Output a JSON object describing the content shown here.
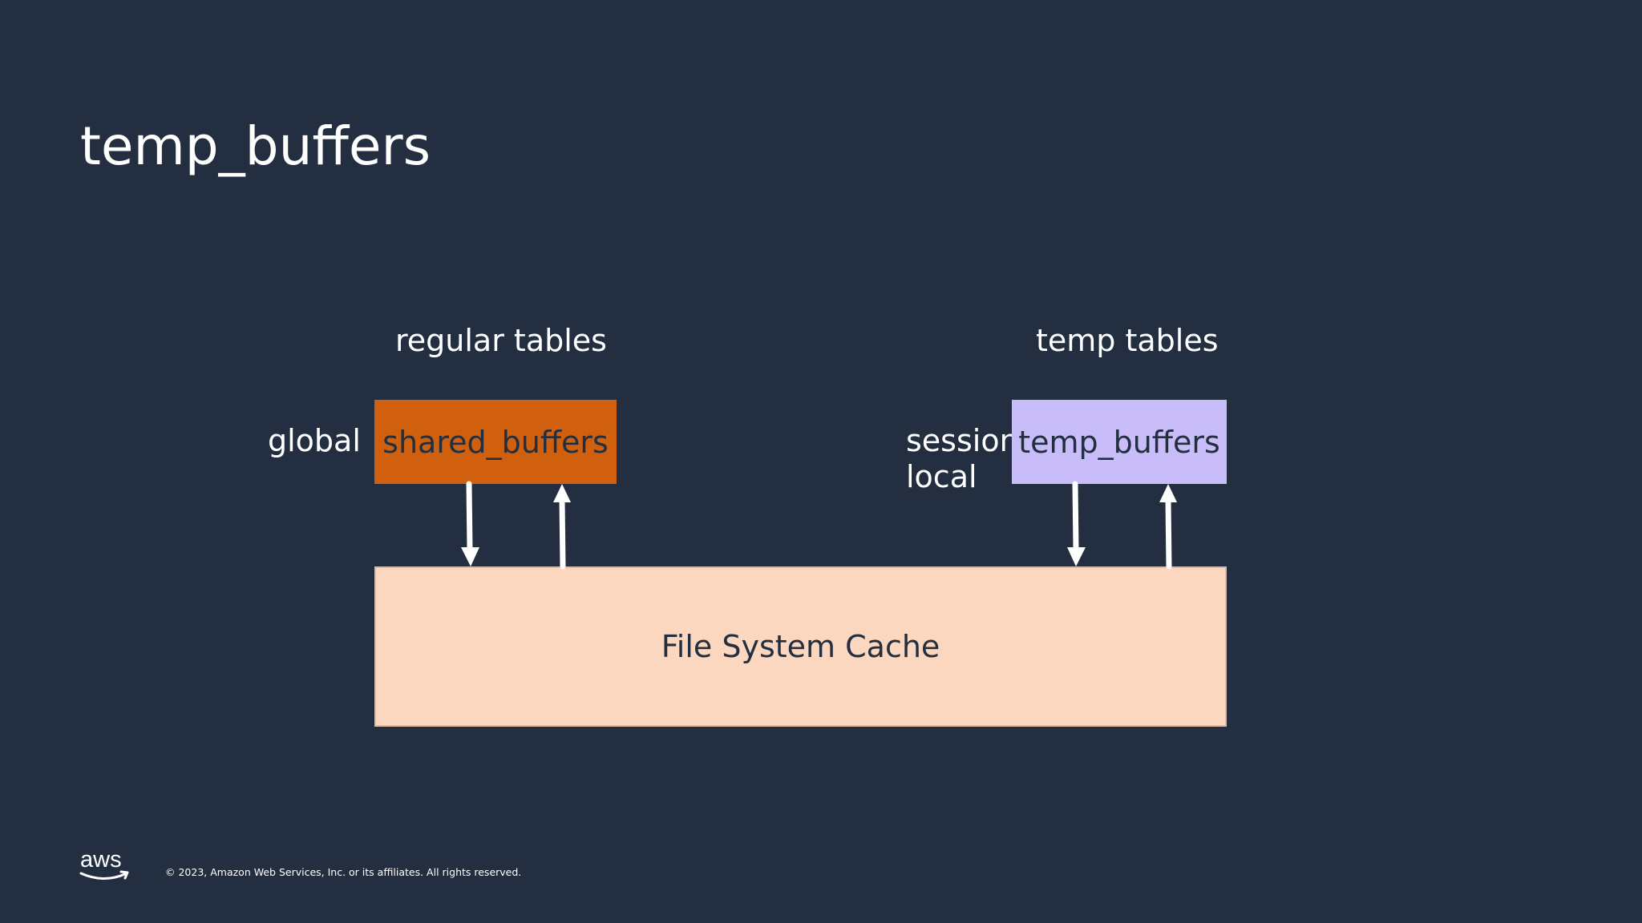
{
  "slide": {
    "title": "temp_buffers",
    "regular_header": "regular tables",
    "temp_header": "temp tables",
    "global_label": "global",
    "session_label_line1": "session",
    "session_label_line2": "local",
    "shared_buffers_box": "shared_buffers",
    "temp_buffers_box": "temp_buffers",
    "cache_box": "File System Cache",
    "copyright": "© 2023, Amazon Web Services, Inc. or its affiliates. All rights reserved.",
    "logo_text": "aws"
  },
  "colors": {
    "background": "#232f40",
    "shared_buffers": "#d0600d",
    "temp_buffers": "#c8bdf8",
    "cache": "#fbd7bf",
    "arrow": "#ffffff"
  },
  "icons": [
    "aws-logo-icon",
    "arrow-down-icon",
    "arrow-up-icon"
  ]
}
